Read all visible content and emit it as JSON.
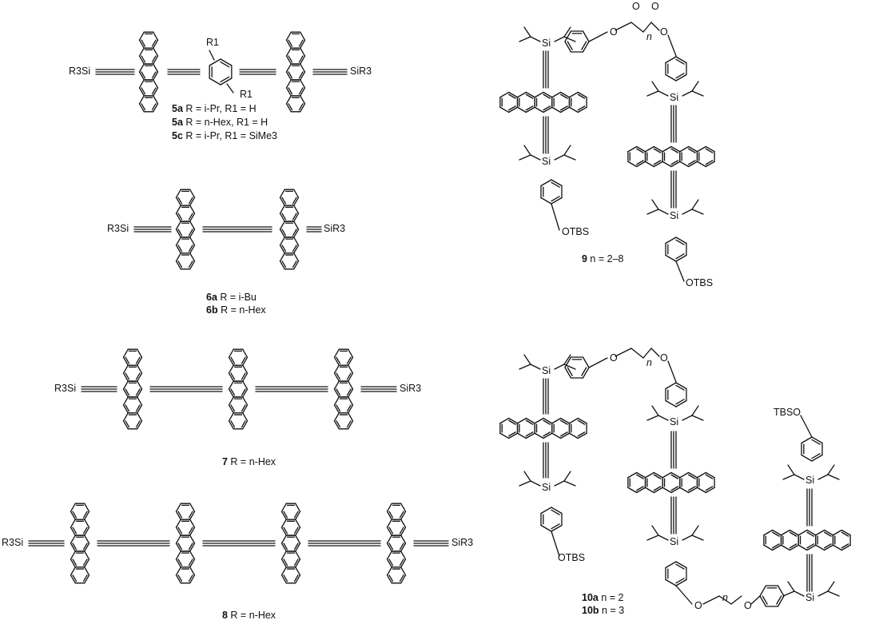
{
  "silyl_left": "R3Si",
  "silyl_right": "SiR3",
  "r1": "R1",
  "si": "Si",
  "otbs": "OTBS",
  "tbso": "TBSO",
  "n_label": "n",
  "o_label": "O",
  "captions": {
    "c5a": {
      "id": "5a",
      "text": " R = i-Pr, R1 = H"
    },
    "c5b": {
      "id": "5a",
      "text": " R = n-Hex, R1 = H"
    },
    "c5c": {
      "id": "5c",
      "text": " R = i-Pr, R1 = SiMe3"
    },
    "c6a": {
      "id": "6a",
      "text": " R = i-Bu"
    },
    "c6b": {
      "id": "6b",
      "text": " R = n-Hex"
    },
    "c7": {
      "id": "7",
      "text": " R = n-Hex"
    },
    "c8": {
      "id": "8",
      "text": " R = n-Hex"
    },
    "c9": {
      "id": "9",
      "text": " n = 2–8"
    },
    "c10a": {
      "id": "10a",
      "text": " n = 2"
    },
    "c10b": {
      "id": "10b",
      "text": " n = 3"
    }
  }
}
